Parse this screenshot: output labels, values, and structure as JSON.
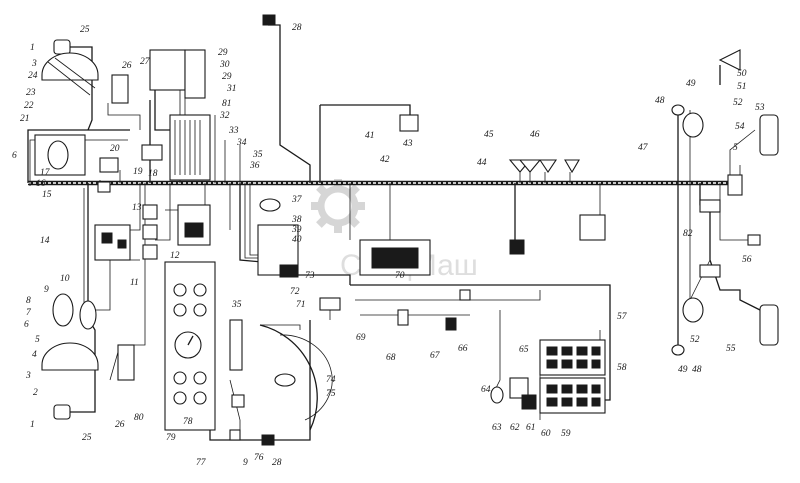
{
  "watermark": "СпецМаш",
  "callouts": {
    "left": [
      "1",
      "25",
      "3",
      "24",
      "23",
      "22",
      "21",
      "6",
      "20",
      "17",
      "16",
      "15",
      "14",
      "10",
      "9",
      "8",
      "7",
      "6",
      "5",
      "4",
      "3",
      "2",
      "1",
      "25",
      "26",
      "27",
      "19",
      "18"
    ],
    "center": [
      "28",
      "29",
      "30",
      "29",
      "31",
      "81",
      "32",
      "33",
      "34",
      "35",
      "36",
      "37",
      "38",
      "39",
      "40",
      "12",
      "13",
      "11",
      "73",
      "72",
      "71",
      "35",
      "74",
      "75",
      "79",
      "78",
      "77",
      "9",
      "76",
      "28",
      "80",
      "26"
    ],
    "right": [
      "41",
      "43",
      "42",
      "45",
      "46",
      "44",
      "47",
      "48",
      "49",
      "50",
      "51",
      "52",
      "53",
      "54",
      "5",
      "82",
      "56",
      "52",
      "55",
      "49",
      "48",
      "57",
      "58",
      "59",
      "60",
      "61",
      "62",
      "63",
      "64",
      "65",
      "66",
      "67",
      "68",
      "69",
      "70"
    ]
  },
  "labels": [
    {
      "id": "l1a",
      "text": "1"
    },
    {
      "id": "l25a",
      "text": "25"
    },
    {
      "id": "l3a",
      "text": "3"
    },
    {
      "id": "l24",
      "text": "24"
    },
    {
      "id": "l23",
      "text": "23"
    },
    {
      "id": "l22",
      "text": "22"
    },
    {
      "id": "l21",
      "text": "21"
    },
    {
      "id": "l6a",
      "text": "6"
    },
    {
      "id": "l20",
      "text": "20"
    },
    {
      "id": "l17",
      "text": "17"
    },
    {
      "id": "l16",
      "text": "16"
    },
    {
      "id": "l15",
      "text": "15"
    },
    {
      "id": "l19",
      "text": "19"
    },
    {
      "id": "l18",
      "text": "18"
    },
    {
      "id": "l14",
      "text": "14"
    },
    {
      "id": "l10",
      "text": "10"
    },
    {
      "id": "l9a",
      "text": "9"
    },
    {
      "id": "l8",
      "text": "8"
    },
    {
      "id": "l7",
      "text": "7"
    },
    {
      "id": "l6b",
      "text": "6"
    },
    {
      "id": "l5a",
      "text": "5"
    },
    {
      "id": "l4",
      "text": "4"
    },
    {
      "id": "l3b",
      "text": "3"
    },
    {
      "id": "l2",
      "text": "2"
    },
    {
      "id": "l1b",
      "text": "1"
    },
    {
      "id": "l25b",
      "text": "25"
    },
    {
      "id": "l26a",
      "text": "26"
    },
    {
      "id": "l27",
      "text": "27"
    },
    {
      "id": "l28a",
      "text": "28"
    },
    {
      "id": "l29a",
      "text": "29"
    },
    {
      "id": "l30",
      "text": "30"
    },
    {
      "id": "l29b",
      "text": "29"
    },
    {
      "id": "l31",
      "text": "31"
    },
    {
      "id": "l81",
      "text": "81"
    },
    {
      "id": "l32",
      "text": "32"
    },
    {
      "id": "l33",
      "text": "33"
    },
    {
      "id": "l34",
      "text": "34"
    },
    {
      "id": "l35a",
      "text": "35"
    },
    {
      "id": "l36",
      "text": "36"
    },
    {
      "id": "l37",
      "text": "37"
    },
    {
      "id": "l38",
      "text": "38"
    },
    {
      "id": "l39",
      "text": "39"
    },
    {
      "id": "l40",
      "text": "40"
    },
    {
      "id": "l13",
      "text": "13"
    },
    {
      "id": "l12",
      "text": "12"
    },
    {
      "id": "l11",
      "text": "11"
    },
    {
      "id": "l73",
      "text": "73"
    },
    {
      "id": "l72",
      "text": "72"
    },
    {
      "id": "l71",
      "text": "71"
    },
    {
      "id": "l35b",
      "text": "35"
    },
    {
      "id": "l74",
      "text": "74"
    },
    {
      "id": "l75",
      "text": "75"
    },
    {
      "id": "l79",
      "text": "79"
    },
    {
      "id": "l78",
      "text": "78"
    },
    {
      "id": "l77",
      "text": "77"
    },
    {
      "id": "l9b",
      "text": "9"
    },
    {
      "id": "l76",
      "text": "76"
    },
    {
      "id": "l28b",
      "text": "28"
    },
    {
      "id": "l80",
      "text": "80"
    },
    {
      "id": "l26b",
      "text": "26"
    },
    {
      "id": "l41",
      "text": "41"
    },
    {
      "id": "l43",
      "text": "43"
    },
    {
      "id": "l42",
      "text": "42"
    },
    {
      "id": "l45",
      "text": "45"
    },
    {
      "id": "l46",
      "text": "46"
    },
    {
      "id": "l44",
      "text": "44"
    },
    {
      "id": "l47",
      "text": "47"
    },
    {
      "id": "l48a",
      "text": "48"
    },
    {
      "id": "l49a",
      "text": "49"
    },
    {
      "id": "l50",
      "text": "50"
    },
    {
      "id": "l51",
      "text": "51"
    },
    {
      "id": "l52a",
      "text": "52"
    },
    {
      "id": "l53",
      "text": "53"
    },
    {
      "id": "l54",
      "text": "54"
    },
    {
      "id": "l5b",
      "text": "5"
    },
    {
      "id": "l82",
      "text": "82"
    },
    {
      "id": "l56",
      "text": "56"
    },
    {
      "id": "l52b",
      "text": "52"
    },
    {
      "id": "l55",
      "text": "55"
    },
    {
      "id": "l49b",
      "text": "49"
    },
    {
      "id": "l48b",
      "text": "48"
    },
    {
      "id": "l57",
      "text": "57"
    },
    {
      "id": "l58",
      "text": "58"
    },
    {
      "id": "l59",
      "text": "59"
    },
    {
      "id": "l60",
      "text": "60"
    },
    {
      "id": "l61",
      "text": "61"
    },
    {
      "id": "l62",
      "text": "62"
    },
    {
      "id": "l63",
      "text": "63"
    },
    {
      "id": "l64",
      "text": "64"
    },
    {
      "id": "l65",
      "text": "65"
    },
    {
      "id": "l66",
      "text": "66"
    },
    {
      "id": "l67",
      "text": "67"
    },
    {
      "id": "l68",
      "text": "68"
    },
    {
      "id": "l69",
      "text": "69"
    },
    {
      "id": "l70",
      "text": "70"
    }
  ]
}
